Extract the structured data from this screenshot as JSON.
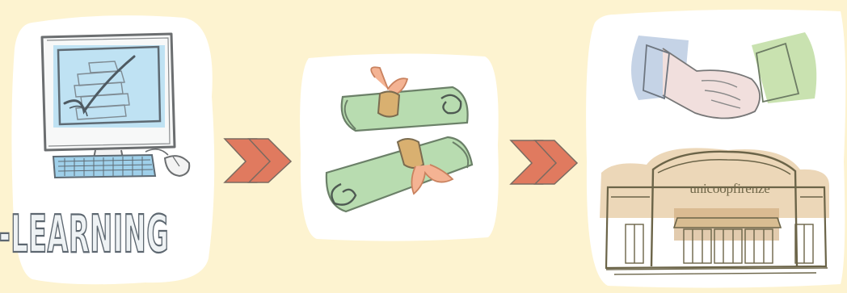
{
  "panels": [
    {
      "name": "elearning",
      "label": "E-LEARNING",
      "icon": "computer-with-books-icon"
    },
    {
      "name": "diploma",
      "icon": "diploma-scrolls-icon"
    },
    {
      "name": "employment",
      "store_sign": "unicoopfirenze",
      "icons": [
        "handshake-icon",
        "store-building-icon"
      ]
    }
  ],
  "arrows": [
    "double-chevron-arrow-icon",
    "double-chevron-arrow-icon"
  ],
  "colors": {
    "background": "#fdf3d0",
    "panel": "#ffffff",
    "arrow": "#e07a5f",
    "screen": "#bfe2f3",
    "scroll_green": "#b8dcb0",
    "ribbon": "#f4b393",
    "sleeve_blue": "#c5d3e6",
    "sleeve_green": "#c9e2b0",
    "store_tan": "#d9b98c"
  }
}
